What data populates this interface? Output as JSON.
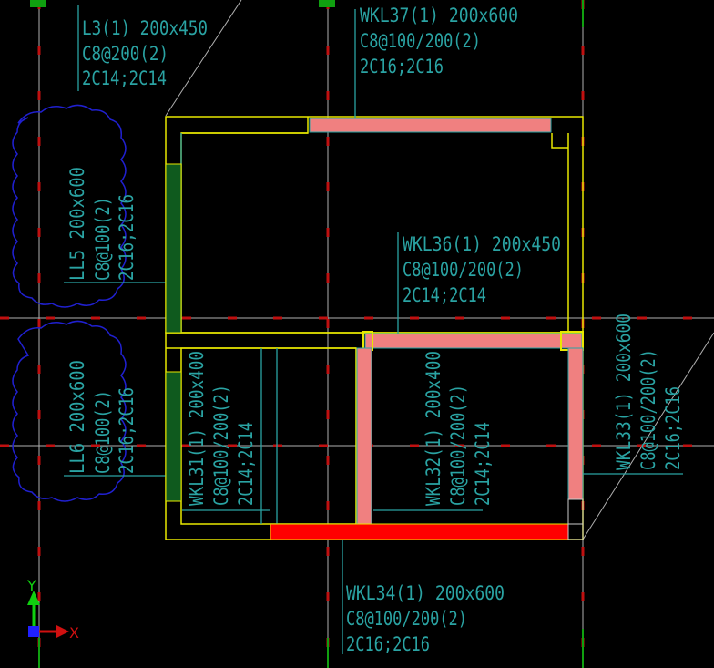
{
  "colors": {
    "background": "#000000",
    "annotation": "#2aa3a3",
    "beam_pink": "#f08080",
    "beam_red": "#ff0000",
    "wall_green": "#0f5a1e",
    "outline_yellow": "#e8e800",
    "cloud_blue": "#2020d0",
    "axis_red": "#c01010",
    "grid_gray": "#b0b0b0",
    "grid_green": "#10a010"
  },
  "labels": {
    "l3": [
      "L3(1) 200x450",
      "C8@200(2)",
      "2C14;2C14"
    ],
    "wkl37": [
      "WKL37(1) 200x600",
      "C8@100/200(2)",
      "2C16;2C16"
    ],
    "wkl36": [
      "WKL36(1) 200x450",
      "C8@100/200(2)",
      "2C14;2C14"
    ],
    "ll5": [
      "LL5 200x600",
      "C8@100(2)",
      "2C16;2C16"
    ],
    "ll6": [
      "LL6 200x600",
      "C8@100(2)",
      "2C16;2C16"
    ],
    "wkl31": [
      "WKL31(1) 200x400",
      "C8@100/200(2)",
      "2C14;2C14"
    ],
    "wkl32": [
      "WKL32(1) 200x400",
      "C8@100/200(2)",
      "2C14;2C14"
    ],
    "wkl33": [
      "WKL33(1) 200x600",
      "C8@100/200(2)",
      "2C16;2C16"
    ],
    "wkl34": [
      "WKL34(1) 200x600",
      "C8@100/200(2)",
      "2C16;2C16"
    ]
  },
  "ucs": {
    "x_label": "X",
    "y_label": "Y",
    "x_icon": "ucs-x-arrow-icon",
    "y_icon": "ucs-y-arrow-icon"
  }
}
